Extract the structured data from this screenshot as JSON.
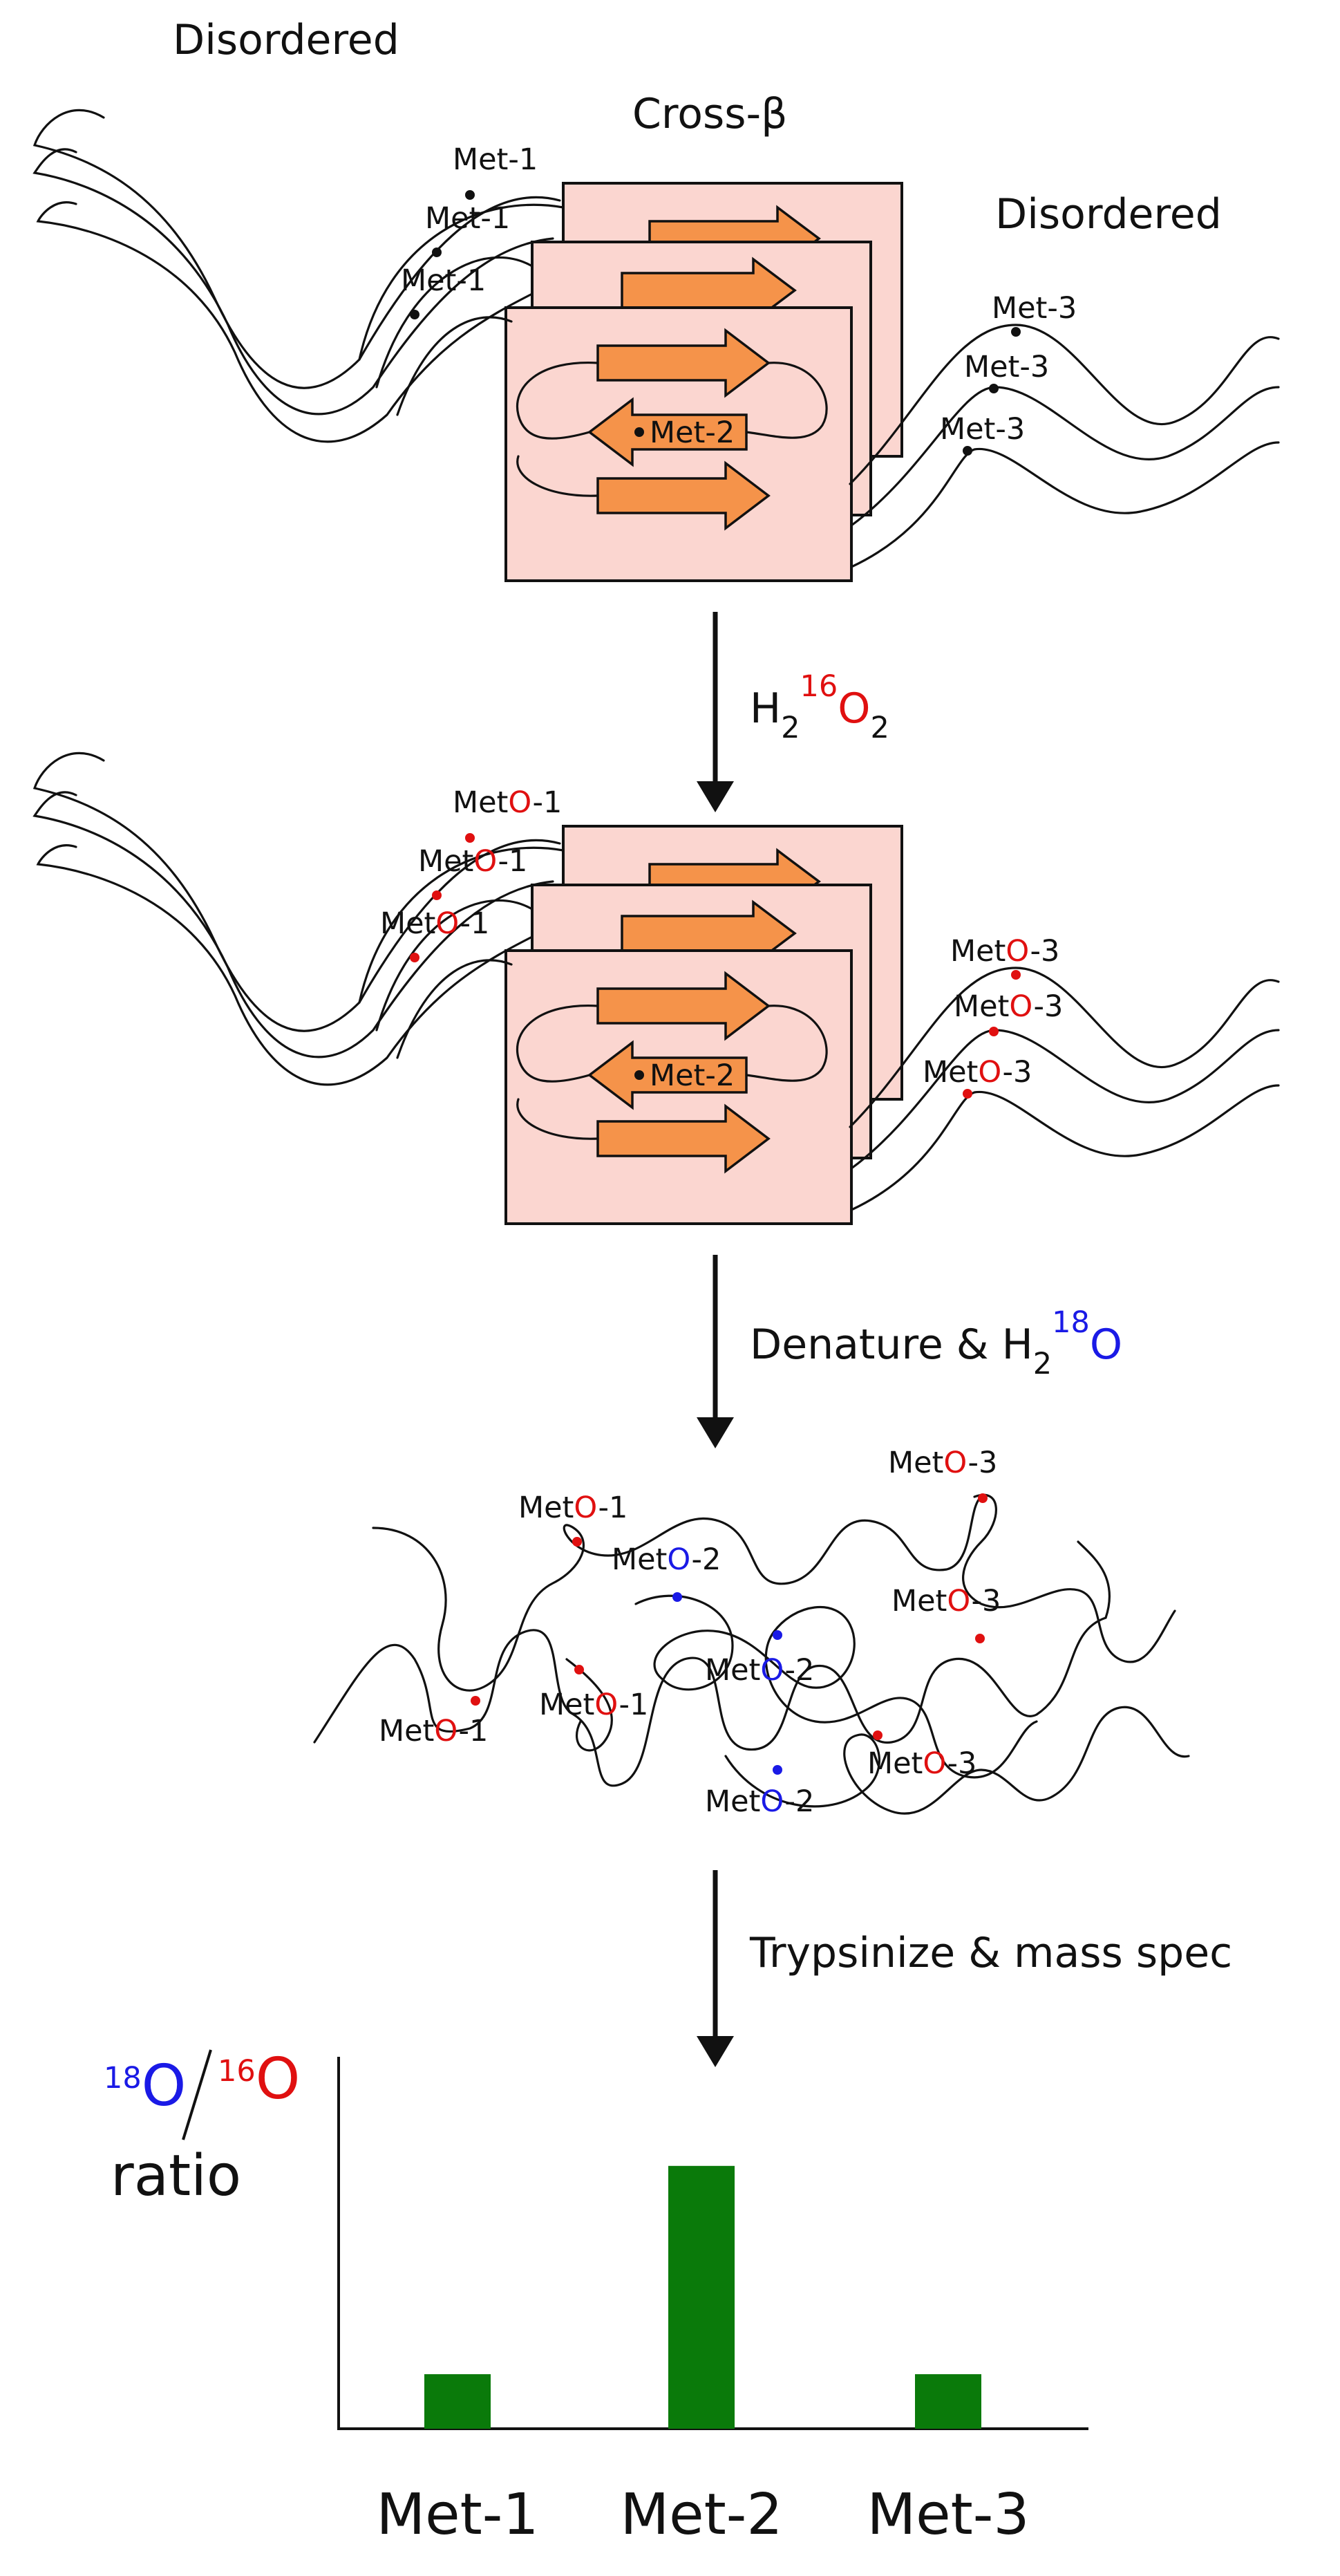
{
  "labels": {
    "disordered_left": "Disordered",
    "cross_beta": "Cross-β",
    "disordered_right": "Disordered"
  },
  "residues": {
    "met1": "Met-1",
    "met2": "Met-2",
    "met3": "Met-3",
    "meto_prefix": "Met",
    "meto_o": "O",
    "meto1_suffix": "-1",
    "meto2_suffix": "-2",
    "meto3_suffix": "-3"
  },
  "steps": {
    "step1_h": "H",
    "step1_h_sub": "2",
    "step1_sup": "16",
    "step1_o": "O",
    "step1_o_sub": "2",
    "step2_text": "Denature & H",
    "step2_sub": "2",
    "step2_sup": "18",
    "step2_o": "O",
    "step3_text": "Trypsinize & mass spec"
  },
  "chart_data": {
    "type": "bar",
    "ylabel_num_sup": "18",
    "ylabel_num": "O",
    "ylabel_den_sup": "16",
    "ylabel_den": "O",
    "ylabel_word": "ratio",
    "categories": [
      "Met-1",
      "Met-2",
      "Met-3"
    ],
    "values": [
      0.11,
      0.53,
      0.11
    ],
    "ylim": [
      0,
      0.75
    ],
    "bar_color": "#0a7a0a"
  },
  "colors": {
    "o16": "#e01010",
    "o18": "#1a1ae6",
    "sheet_fill": "#fbd6d0",
    "strand_fill": "#f5934a",
    "bar": "#0a7a0a"
  },
  "icons": {
    "step_arrow": "down-arrow-icon"
  }
}
